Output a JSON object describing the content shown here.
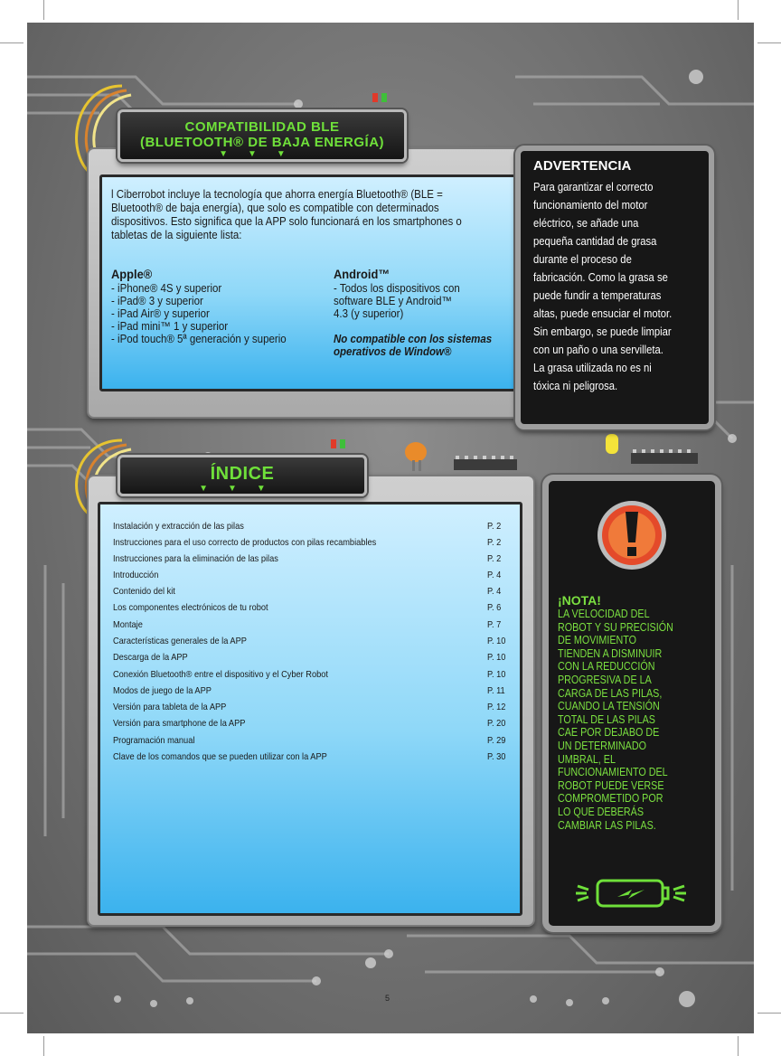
{
  "ble": {
    "title_line1": "COMPATIBILIDAD BLE",
    "title_line2": "(BLUETOOTH® DE BAJA ENERGÍA)",
    "intro": "l Ciberrobot incluye la tecnología que ahorra energía Bluetooth® (BLE = Bluetooth® de baja energía), que solo es compatible con determinados dispositivos. Esto significa que la APP solo funcionará en los smartphones o tabletas de la siguiente lista:",
    "apple_heading": "Apple®",
    "apple_items": [
      "- iPhone® 4S y superior",
      "- iPad® 3 y superior",
      "- iPad Air® y superior",
      "- iPad mini™ 1 y superior",
      "- iPod touch® 5ª generación y superio"
    ],
    "android_heading": "Android™",
    "android_items": [
      "- Todos los dispositivos con",
      "software BLE y Android™",
      "4.3 (y superior)"
    ],
    "not_compatible_line1": "No compatible con los sistemas",
    "not_compatible_line2": "operativos de Window®"
  },
  "warning": {
    "title": "ADVERTENCIA",
    "body": "Para garantizar el correcto funcionamiento del motor eléctrico, se añade una pequeña cantidad de grasa durante el proceso de fabricación. Como la grasa se puede fundir a temperaturas altas, puede ensuciar el motor. Sin embargo, se puede limpiar con un paño o una servilleta. La grasa utilizada no es ni tóxica ni peligrosa."
  },
  "index": {
    "title": "ÍNDICE",
    "entries": [
      {
        "label": "Instalación y extracción de las pilas",
        "page": "P. 2"
      },
      {
        "label": "Instrucciones para el uso correcto de productos con pilas recambiables",
        "page": "P. 2"
      },
      {
        "label": "Instrucciones para la eliminación de las pilas",
        "page": "P. 2"
      },
      {
        "label": "Introducción",
        "page": "P. 4"
      },
      {
        "label": "Contenido del kit",
        "page": "P. 4"
      },
      {
        "label": "Los componentes electrónicos de tu robot",
        "page": "P. 6"
      },
      {
        "label": "Montaje",
        "page": "P. 7"
      },
      {
        "label": "Características generales de la APP",
        "page": "P. 10"
      },
      {
        "label": "Descarga de la APP",
        "page": "P. 10"
      },
      {
        "label": "Conexión Bluetooth® entre el dispositivo y el Cyber Robot",
        "page": "P. 10"
      },
      {
        "label": "Modos de juego de la APP",
        "page": "P. 11"
      },
      {
        "label": "Versión para tableta de la APP",
        "page": "P. 12"
      },
      {
        "label": "Versión para smartphone de la APP",
        "page": "P. 20"
      },
      {
        "label": "Programación manual",
        "page": "P. 29"
      },
      {
        "label": "Clave de los comandos que se pueden utilizar con la APP",
        "page": "P. 30"
      }
    ]
  },
  "note": {
    "title": "¡NOTA!",
    "body": "La velocidad del robot y su precisión de movimiento tienden a disminuir con la reducción progresiva de la carga de las pilas, cuando la tensión total de las pilas cae por dejabo de un determinado umbral, el funcionamiento del robot puede verse comprometido por lo que deberás cambiar las pilas."
  },
  "page_number": "5",
  "colors": {
    "accent_green": "#6fe03a",
    "screen_blue": "#3bb2ee",
    "panel_dark": "#171717"
  },
  "icons": [
    "exclamation-icon",
    "battery-icon",
    "led-icon",
    "chip-icon",
    "wire-icon"
  ]
}
